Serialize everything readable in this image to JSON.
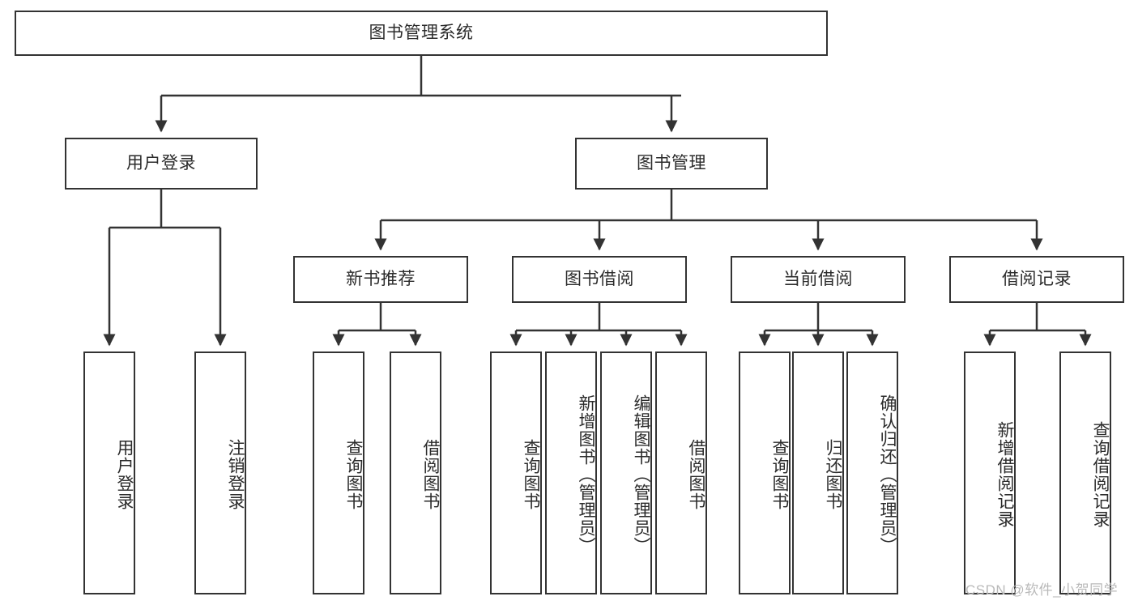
{
  "diagram": {
    "title": "图书管理系统",
    "root": {
      "label": "图书管理系统"
    },
    "level2": [
      {
        "label": "用户登录"
      },
      {
        "label": "图书管理"
      }
    ],
    "level3": [
      {
        "label": "新书推荐"
      },
      {
        "label": "图书借阅"
      },
      {
        "label": "当前借阅"
      },
      {
        "label": "借阅记录"
      }
    ],
    "leaves": {
      "user_login": [
        {
          "label": "用户登录"
        },
        {
          "label": "注销登录"
        }
      ],
      "new_book_recommend": [
        {
          "label": "查询图书"
        },
        {
          "label": "借阅图书"
        }
      ],
      "book_borrow": [
        {
          "label": "查询图书"
        },
        {
          "label": "新增图书（管理员）"
        },
        {
          "label": "编辑图书（管理员）"
        },
        {
          "label": "借阅图书"
        }
      ],
      "current_borrow": [
        {
          "label": "查询图书"
        },
        {
          "label": "归还图书"
        },
        {
          "label": "确认归还（管理员）"
        }
      ],
      "borrow_record": [
        {
          "label": "新增借阅记录"
        },
        {
          "label": "查询借阅记录"
        }
      ]
    }
  },
  "watermark": {
    "text": "CSDN @软件_小贺同学"
  },
  "colors": {
    "stroke": "#333333",
    "text": "#2b2b2b",
    "background": "#ffffff",
    "watermark": "#b9b9b9"
  }
}
